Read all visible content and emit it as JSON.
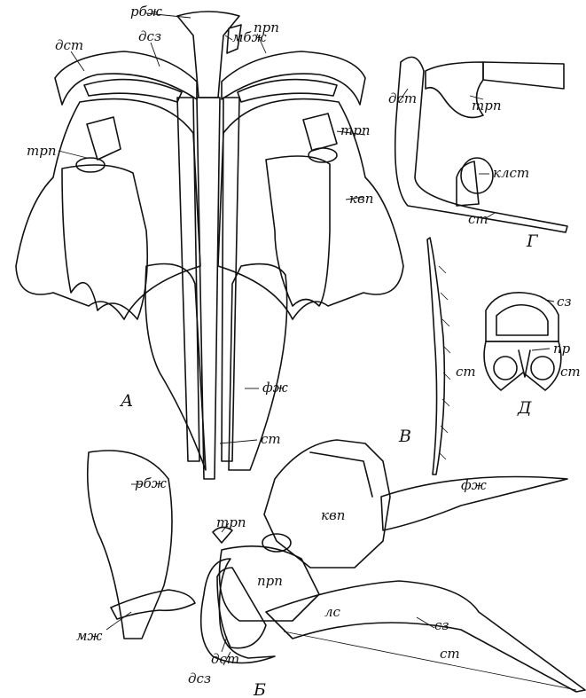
{
  "figure_labels": {
    "A": "А",
    "B": "Б",
    "V": "В",
    "G": "Г",
    "D": "Д"
  },
  "labels_A": {
    "rbzh": "рбж",
    "mbzh": "мбж",
    "dst": "дст",
    "dsz": "дсз",
    "prp": "прп",
    "trp_left": "трп",
    "trp_right": "трп",
    "kvp": "квп",
    "fzh": "фж",
    "st": "ст"
  },
  "labels_G": {
    "dst": "дст",
    "trp": "трп",
    "klst": "клст",
    "st": "ст"
  },
  "labels_D": {
    "sz": "сз",
    "pr": "пр",
    "st_left": "ст",
    "st_right": "ст"
  },
  "labels_B": {
    "rbzh": "рбж",
    "trp": "трп",
    "kvp": "квп",
    "fzh": "фж",
    "prp": "прп",
    "ls": "лс",
    "mzh": "мж",
    "dst": "дст",
    "dsz": "дсз",
    "sz": "сз",
    "st": "ст"
  },
  "colors": {
    "ink": "#111111",
    "paper": "#ffffff"
  }
}
